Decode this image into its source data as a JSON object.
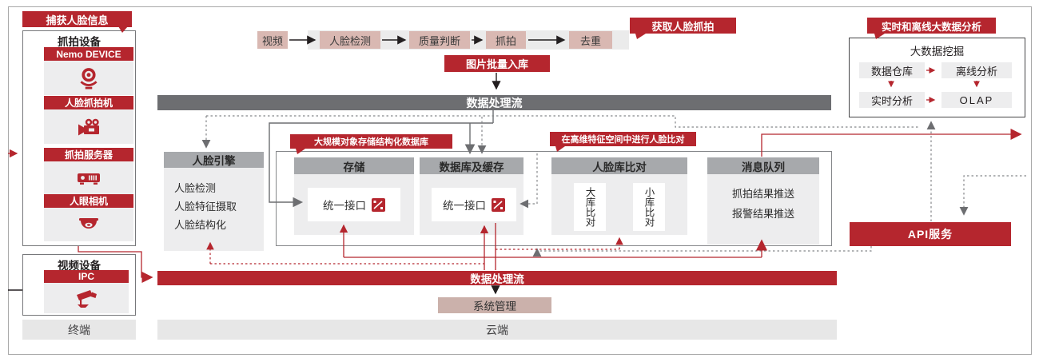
{
  "colors": {
    "accent_red": "#b5262e",
    "bar_gray": "#6d6e71",
    "header_gray": "#a7a9ac",
    "tile_gray": "#ededee",
    "pink": "#d9b8b2",
    "zone_gray": "#e7e7e7"
  },
  "left": {
    "capture_badge": "捕获人脸信息",
    "capture_panel": {
      "header": "抓拍设备",
      "devices": [
        {
          "label": "Nemo DEVICE",
          "icon": "webcam-icon"
        },
        {
          "label": "人脸抓拍机",
          "icon": "camcorder-icon"
        },
        {
          "label": "抓拍服务器",
          "icon": "server-icon"
        },
        {
          "label": "人眼相机",
          "icon": "dome-camera-icon"
        }
      ]
    },
    "video_panel": {
      "header": "视频设备",
      "device_label": "IPC",
      "icon": "cctv-icon"
    },
    "terminal_zone": "终端"
  },
  "pipeline": {
    "steps": [
      "视频",
      "人脸检测",
      "质量判断",
      "抓拍",
      "去重"
    ],
    "batch_badge": "图片批量入库",
    "get_badge": "获取人脸抓拍"
  },
  "dataflow": {
    "top_bar": "数据处理流",
    "bottom_bar": "数据处理流"
  },
  "face_engine": {
    "header": "人脸引擎",
    "items": [
      "人脸检测",
      "人脸特征摄取",
      "人脸结构化"
    ]
  },
  "modules": {
    "storage": {
      "header": "存储",
      "interface": "统一接口",
      "note": "大规模对象存储结构化数据库"
    },
    "database": {
      "header": "数据库及缓存",
      "interface": "统一接口"
    },
    "compare": {
      "header": "人脸库比对",
      "items": [
        "大库比对",
        "小库比对"
      ],
      "note": "在高维特征空间中进行人脸比对"
    },
    "queue": {
      "header": "消息队列",
      "items": [
        "抓拍结果推送",
        "报警结果推送"
      ]
    }
  },
  "bigdata": {
    "badge": "实时和离线大数据分析",
    "title": "大数据挖掘",
    "cells": [
      "数据仓库",
      "离线分析",
      "实时分析",
      "OLAP"
    ]
  },
  "api_bar": "API服务",
  "system_badge": "系统管理",
  "cloud_zone": "云端"
}
